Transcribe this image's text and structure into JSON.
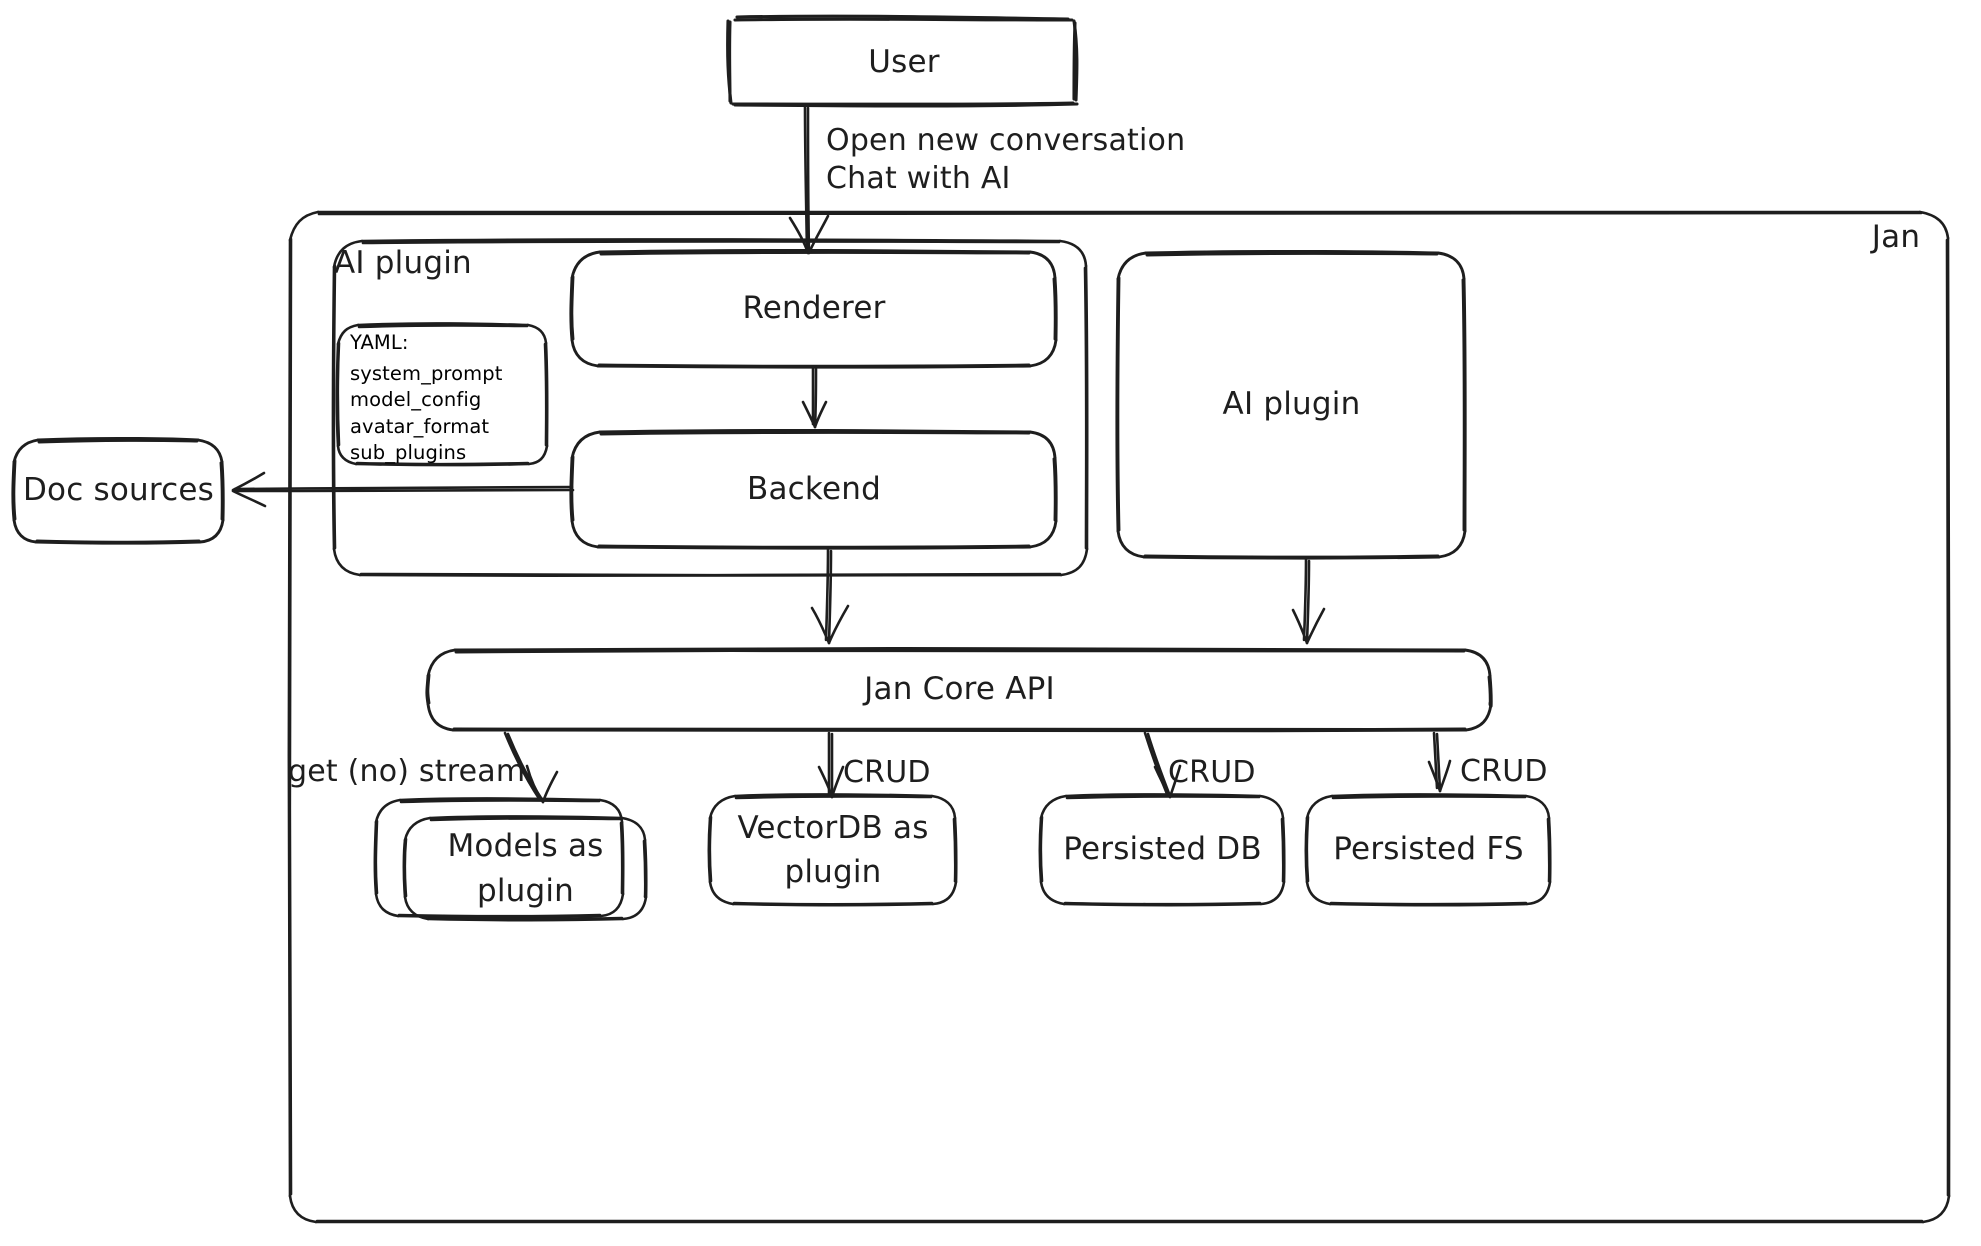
{
  "diagram": {
    "title_label": "Jan",
    "style": "hand-drawn",
    "stroke_color": "#1e1e1e",
    "background_color": "#ffffff"
  },
  "nodes": {
    "user": {
      "label": "User"
    },
    "jan_container": {
      "label": "Jan"
    },
    "ai_plugin_group": {
      "label": "AI plugin"
    },
    "yaml_note": {
      "lines": [
        "YAML:",
        "system_prompt",
        "model_config",
        "avatar_format",
        "sub_plugins"
      ]
    },
    "renderer": {
      "label": "Renderer"
    },
    "backend": {
      "label": "Backend"
    },
    "ai_plugin_box": {
      "label": "AI plugin"
    },
    "doc_sources": {
      "label": "Doc sources"
    },
    "jan_core_api": {
      "label": "Jan Core API"
    },
    "models_plugin": {
      "label": "Models as\nplugin"
    },
    "vectordb_plugin": {
      "label": "VectorDB as\nplugin"
    },
    "persisted_db": {
      "label": "Persisted DB"
    },
    "persisted_fs": {
      "label": "Persisted FS"
    }
  },
  "edges": {
    "user_to_renderer": {
      "label": "Open new conversation\nChat with AI"
    },
    "backend_to_doc_sources": {
      "label": ""
    },
    "api_to_models": {
      "label": "get (no) stream"
    },
    "api_to_vectordb": {
      "label": "CRUD"
    },
    "api_to_persisted_db": {
      "label": "CRUD"
    },
    "api_to_persisted_fs": {
      "label": "CRUD"
    }
  }
}
